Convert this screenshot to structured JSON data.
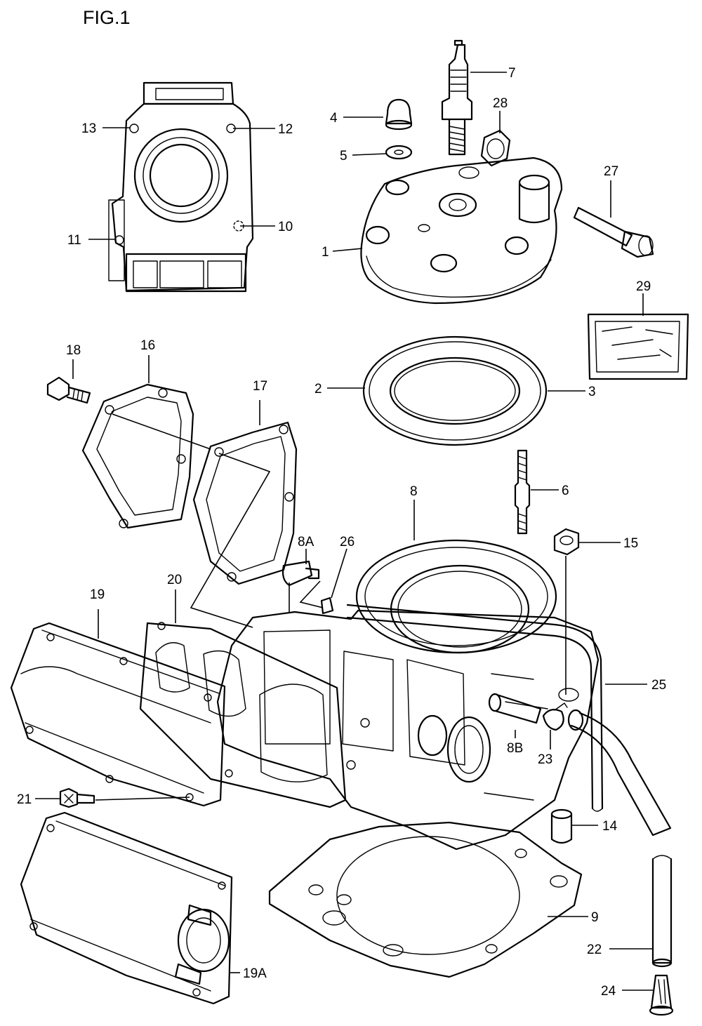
{
  "figure": {
    "title": "FIG.1"
  },
  "callouts": [
    {
      "id": "c1",
      "text": "1"
    },
    {
      "id": "c2",
      "text": "2"
    },
    {
      "id": "c3",
      "text": "3"
    },
    {
      "id": "c4",
      "text": "4"
    },
    {
      "id": "c5",
      "text": "5"
    },
    {
      "id": "c6",
      "text": "6"
    },
    {
      "id": "c7",
      "text": "7"
    },
    {
      "id": "c8",
      "text": "8"
    },
    {
      "id": "c8a",
      "text": "8A"
    },
    {
      "id": "c8b",
      "text": "8B"
    },
    {
      "id": "c9",
      "text": "9"
    },
    {
      "id": "c10",
      "text": "10"
    },
    {
      "id": "c11",
      "text": "11"
    },
    {
      "id": "c12",
      "text": "12"
    },
    {
      "id": "c13",
      "text": "13"
    },
    {
      "id": "c14",
      "text": "14"
    },
    {
      "id": "c15",
      "text": "15"
    },
    {
      "id": "c16",
      "text": "16"
    },
    {
      "id": "c17",
      "text": "17"
    },
    {
      "id": "c18",
      "text": "18"
    },
    {
      "id": "c19",
      "text": "19"
    },
    {
      "id": "c19a",
      "text": "19A"
    },
    {
      "id": "c20",
      "text": "20"
    },
    {
      "id": "c21",
      "text": "21"
    },
    {
      "id": "c22",
      "text": "22"
    },
    {
      "id": "c23",
      "text": "23"
    },
    {
      "id": "c24",
      "text": "24"
    },
    {
      "id": "c25",
      "text": "25"
    },
    {
      "id": "c26",
      "text": "26"
    },
    {
      "id": "c27",
      "text": "27"
    },
    {
      "id": "c28",
      "text": "28"
    },
    {
      "id": "c29",
      "text": "29"
    }
  ]
}
